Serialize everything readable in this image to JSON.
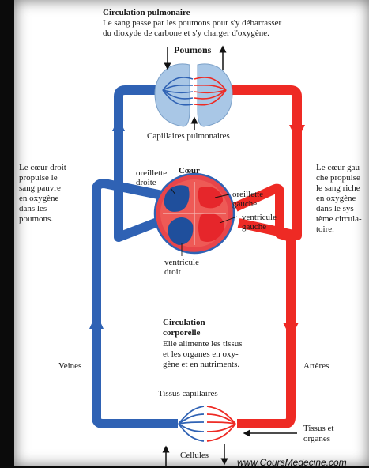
{
  "pulmonary": {
    "title": "Circulation pulmonaire",
    "line1": "Le sang passe par les poumons pour s'y débarrasser",
    "line2": "du dioxyde de carbone et s'y charger d'oxygène.",
    "lungs_label": "Poumons",
    "capillaries_label": "Capillaires pulmonaires"
  },
  "heart": {
    "label": "Cœur",
    "right_atrium": [
      "oreillette",
      "droite"
    ],
    "left_atrium": [
      "oreillette",
      "gauche"
    ],
    "left_ventricle": [
      "ventricule",
      "gauche"
    ],
    "right_ventricle": [
      "ventricule",
      "droit"
    ]
  },
  "left_note": [
    "Le cœur droit",
    "propulse le",
    "sang pauvre",
    "en oxygène",
    "dans les",
    "poumons."
  ],
  "right_note": [
    "Le cœur gau-",
    "che propulse",
    "le sang riche",
    "en oxygène",
    "dans le sys-",
    "tème circula-",
    "toire."
  ],
  "systemic": {
    "title": [
      "Circulation",
      "corporelle"
    ],
    "body": [
      "Elle alimente les tissus",
      "et les organes en oxy-",
      "gène et en nutriments."
    ]
  },
  "veins_label": "Veines",
  "arteries_label": "Artères",
  "tissue_capillaries_label": "Tissus capillaires",
  "tissues_organs_label": [
    "Tissus et",
    "organes"
  ],
  "cells_label": "Cellules",
  "watermark": "www.CoursMedecine.com",
  "colors": {
    "blue": "#2f62b4",
    "red": "#ee2a24",
    "lung": "#a9c7e6",
    "heart_outer": "#e8454a",
    "heart_chamber": "#1f4f9c"
  }
}
